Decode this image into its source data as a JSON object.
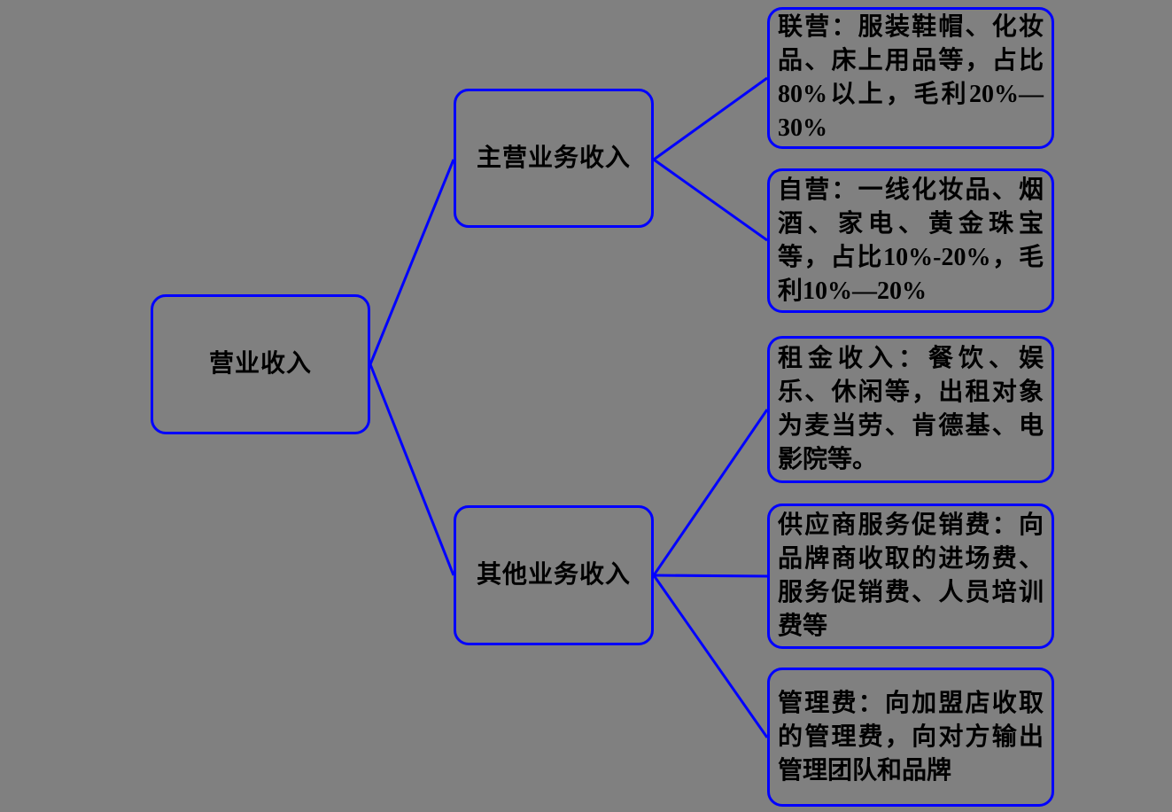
{
  "canvas": {
    "background_color": "#808080",
    "line_color": "#0000ff",
    "text_color": "#000000"
  },
  "tree": {
    "root": {
      "id": "revenue",
      "label": "营业收入"
    },
    "branches": [
      {
        "id": "main-business",
        "label": "主营业务收入"
      },
      {
        "id": "other-business",
        "label": "其他业务收入"
      }
    ],
    "leaves": [
      {
        "id": "joint-operation",
        "text": "联营：服装鞋帽、化妆品、床上用品等，占比80%以上，毛利20%—30%"
      },
      {
        "id": "self-operation",
        "text": "自营：一线化妆品、烟酒、家电、黄金珠宝等，占比10%-20%，毛利10%—20%"
      },
      {
        "id": "rental-income",
        "text": "租金收入：餐饮、娱乐、休闲等，出租对象为麦当劳、肯德基、电影院等。"
      },
      {
        "id": "supplier-service-fee",
        "text": "供应商服务促销费：向品牌商收取的进场费、服务促销费、人员培训费等"
      },
      {
        "id": "management-fee",
        "text": "管理费：向加盟店收取的管理费，向对方输出管理团队和品牌"
      }
    ],
    "edges": [
      {
        "from": "revenue",
        "to": "main-business"
      },
      {
        "from": "revenue",
        "to": "other-business"
      },
      {
        "from": "main-business",
        "to": "joint-operation"
      },
      {
        "from": "main-business",
        "to": "self-operation"
      },
      {
        "from": "other-business",
        "to": "rental-income"
      },
      {
        "from": "other-business",
        "to": "supplier-service-fee"
      },
      {
        "from": "other-business",
        "to": "management-fee"
      }
    ]
  }
}
